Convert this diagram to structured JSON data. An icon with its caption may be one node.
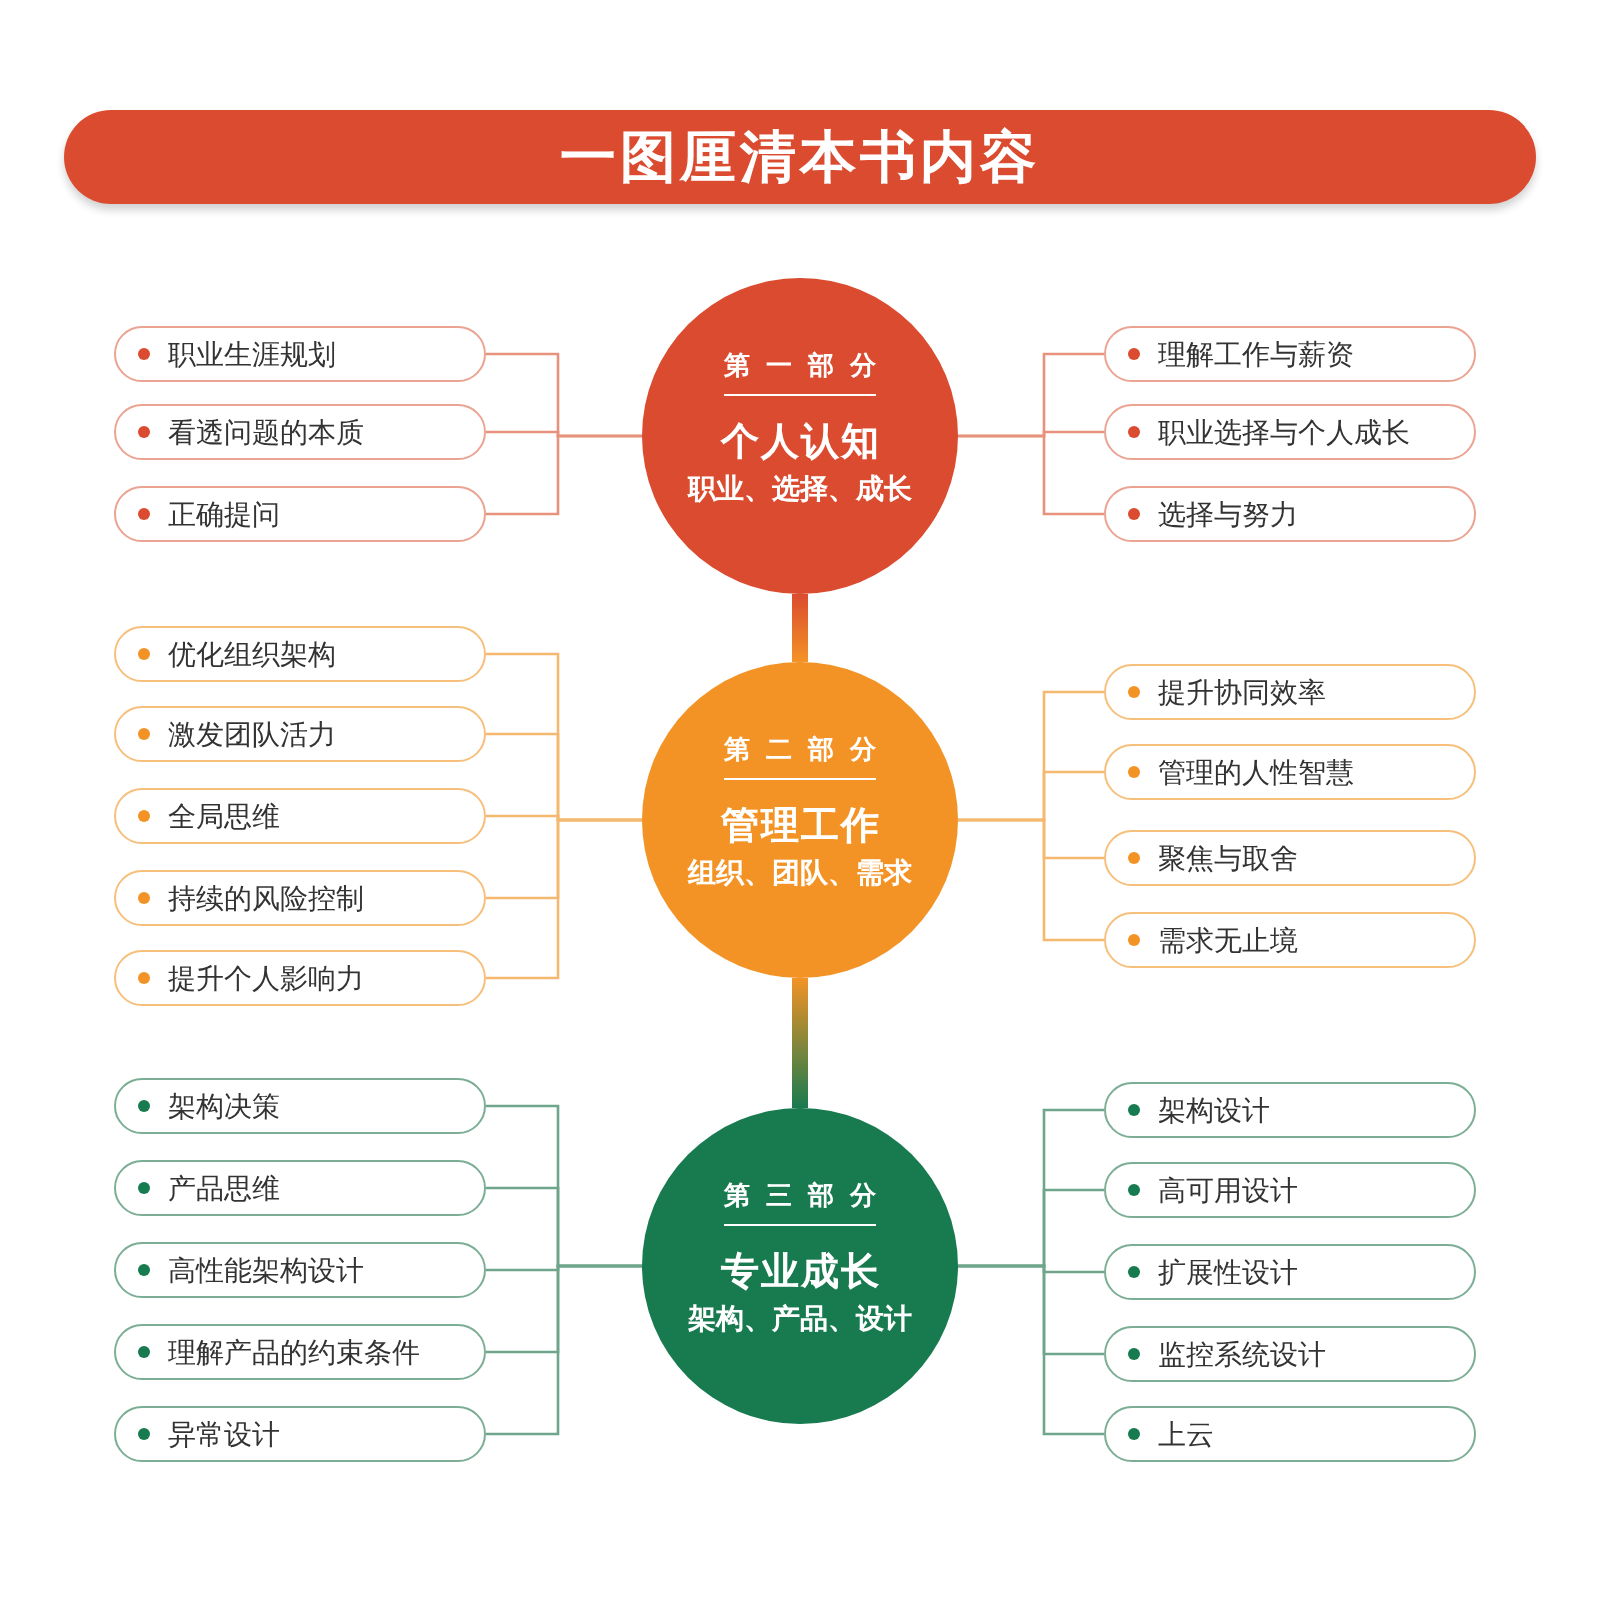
{
  "diagram": {
    "title": "一图厘清本书内容",
    "nodes": [
      {
        "text": [
          "第一部分",
          "个人认知",
          "职业、选择、成长"
        ]
      },
      {
        "text": [
          "职业生涯规划"
        ]
      },
      {
        "text": [
          "看透问题的本质"
        ]
      },
      {
        "text": [
          "正确提问"
        ]
      },
      {
        "text": [
          "理解工作与薪资"
        ]
      },
      {
        "text": [
          "职业选择与个人成长"
        ]
      },
      {
        "text": [
          "选择与努力"
        ]
      },
      {
        "text": [
          "第二部分",
          "管理工作",
          "组织、团队、需求"
        ]
      },
      {
        "text": [
          "优化组织架构"
        ]
      },
      {
        "text": [
          "激发团队活力"
        ]
      },
      {
        "text": [
          "全局思维"
        ]
      },
      {
        "text": [
          "持续的风险控制"
        ]
      },
      {
        "text": [
          "提升个人影响力"
        ]
      },
      {
        "text": [
          "提升协同效率"
        ]
      },
      {
        "text": [
          "管理的人性智慧"
        ]
      },
      {
        "text": [
          "聚焦与取舍"
        ]
      },
      {
        "text": [
          "需求无止境"
        ]
      },
      {
        "text": [
          "第三部分",
          "专业成长",
          "架构、产品、设计"
        ]
      },
      {
        "text": [
          "架构决策"
        ]
      },
      {
        "text": [
          "产品思维"
        ]
      },
      {
        "text": [
          "高性能架构设计"
        ]
      },
      {
        "text": [
          "理解产品的约束条件"
        ]
      },
      {
        "text": [
          "异常设计"
        ]
      },
      {
        "text": [
          "架构设计"
        ]
      },
      {
        "text": [
          "高可用设计"
        ]
      },
      {
        "text": [
          "扩展性设计"
        ]
      },
      {
        "text": [
          "监控系统设计"
        ]
      },
      {
        "text": [
          "上云"
        ]
      }
    ],
    "edges": [
      {
        "from": 0,
        "to": 1,
        "arrow": "none",
        "color": "#e8927e"
      },
      {
        "from": 0,
        "to": 2,
        "arrow": "none",
        "color": "#e8927e"
      },
      {
        "from": 0,
        "to": 3,
        "arrow": "none",
        "color": "#e8927e"
      },
      {
        "from": 0,
        "to": 4,
        "arrow": "none",
        "color": "#e8927e"
      },
      {
        "from": 0,
        "to": 5,
        "arrow": "none",
        "color": "#e8927e"
      },
      {
        "from": 0,
        "to": 6,
        "arrow": "none",
        "color": "#e8927e"
      },
      {
        "from": 0,
        "to": 7,
        "arrow": "none",
        "style": "thick"
      },
      {
        "from": 7,
        "to": 8,
        "arrow": "none",
        "color": "#f4b86e"
      },
      {
        "from": 7,
        "to": 9,
        "arrow": "none",
        "color": "#f4b86e"
      },
      {
        "from": 7,
        "to": 10,
        "arrow": "none",
        "color": "#f4b86e"
      },
      {
        "from": 7,
        "to": 11,
        "arrow": "none",
        "color": "#f4b86e"
      },
      {
        "from": 7,
        "to": 12,
        "arrow": "none",
        "color": "#f4b86e"
      },
      {
        "from": 7,
        "to": 13,
        "arrow": "none",
        "color": "#f4b86e"
      },
      {
        "from": 7,
        "to": 14,
        "arrow": "none",
        "color": "#f4b86e"
      },
      {
        "from": 7,
        "to": 15,
        "arrow": "none",
        "color": "#f4b86e"
      },
      {
        "from": 7,
        "to": 16,
        "arrow": "none",
        "color": "#f4b86e"
      },
      {
        "from": 7,
        "to": 17,
        "arrow": "none",
        "style": "thick"
      },
      {
        "from": 17,
        "to": 18,
        "arrow": "none",
        "color": "#6ea58b"
      },
      {
        "from": 17,
        "to": 19,
        "arrow": "none",
        "color": "#6ea58b"
      },
      {
        "from": 17,
        "to": 20,
        "arrow": "none",
        "color": "#6ea58b"
      },
      {
        "from": 17,
        "to": 21,
        "arrow": "none",
        "color": "#6ea58b"
      },
      {
        "from": 17,
        "to": 22,
        "arrow": "none",
        "color": "#6ea58b"
      },
      {
        "from": 17,
        "to": 23,
        "arrow": "none",
        "color": "#6ea58b"
      },
      {
        "from": 17,
        "to": 24,
        "arrow": "none",
        "color": "#6ea58b"
      },
      {
        "from": 17,
        "to": 25,
        "arrow": "none",
        "color": "#6ea58b"
      },
      {
        "from": 17,
        "to": 26,
        "arrow": "none",
        "color": "#6ea58b"
      },
      {
        "from": 17,
        "to": 27,
        "arrow": "none",
        "color": "#6ea58b"
      }
    ]
  }
}
